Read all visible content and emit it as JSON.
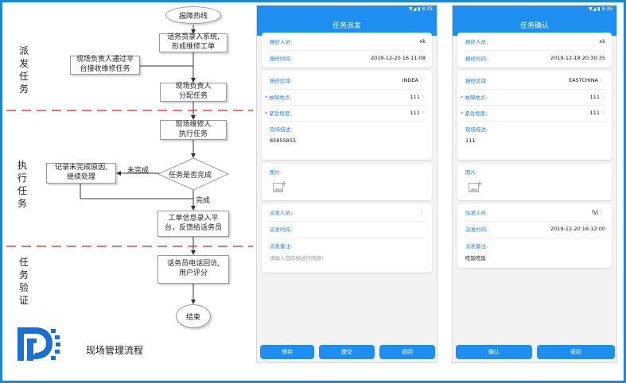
{
  "flowchart": {
    "start": "报障热线",
    "step_enter": [
      "话务员录入系统,",
      "形成维修工单"
    ],
    "step_onsite": [
      "现场负责人通过平",
      "台接收维修任务"
    ],
    "step_assign": [
      "现场负责人",
      "分配任务"
    ],
    "step_execute": [
      "现场维修人",
      "执行任务"
    ],
    "decision": "任务是否完成",
    "label_not_done": "未完成",
    "label_done": "完成",
    "step_record": [
      "记录未完成原因,",
      "继续处理"
    ],
    "step_feedback": [
      "工单信息录入平",
      "台，反馈给话务员"
    ],
    "step_callback": [
      "话务员电话回访,",
      "用户评分"
    ],
    "end": "结束",
    "phases": [
      [
        "派",
        "发",
        "任",
        "务"
      ],
      [
        "执",
        "行",
        "任",
        "务"
      ],
      [
        "任",
        "务",
        "验",
        "证"
      ]
    ],
    "footer_title": "现场管理流程",
    "colors": {
      "divider": "#e02020",
      "logo": "#1a6fd1"
    }
  },
  "phone_dispatch": {
    "status_time": "8:35",
    "title": "任务派发",
    "reporter_label": "报修人员:",
    "reporter_value": "xk",
    "report_time_label": "报修时间:",
    "report_time_value": "2019-12-20 16:11:08",
    "area_label": "报修区域:",
    "area_value": "INDEA",
    "location_label": "故障地点:",
    "location_value": "111",
    "urgency_label": "紧急程度:",
    "urgency_value": "111",
    "desc_label": "现场描述:",
    "desc_value": "85855855",
    "photo_label": "图片:",
    "dispatcher_label": "派发人员:",
    "dispatcher_value": "",
    "dispatch_time_label": "派发时间:",
    "dispatch_time_value": "",
    "dispatch_note_label": "派发备注:",
    "dispatch_note_placeholder": "请输入您的描述的内容!",
    "btn_save": "保存",
    "btn_submit": "提交",
    "btn_back": "返回"
  },
  "phone_confirm": {
    "status_time": "8:35",
    "title": "任务确认",
    "reporter_label": "报修人员:",
    "reporter_value": "xk",
    "report_time_label": "报修时间:",
    "report_time_value": "2019-12-18 20:30:35",
    "area_label": "报修区域:",
    "area_value": "EASTCHINA",
    "location_label": "故障地点:",
    "location_value": "111",
    "urgency_label": "紧急程度:",
    "urgency_value": "111",
    "desc_label": "现场描述:",
    "desc_value": "111",
    "photo_label": "图片:",
    "dispatcher_label": "派发人员:",
    "dispatcher_value": "fyj",
    "dispatch_time_label": "派发时间:",
    "dispatch_time_value": "2019-12-20 16:12:00",
    "dispatch_note_label": "派发备注:",
    "dispatch_note_value": "吃饭吃饭",
    "btn_confirm": "确认",
    "btn_back": "返回"
  }
}
